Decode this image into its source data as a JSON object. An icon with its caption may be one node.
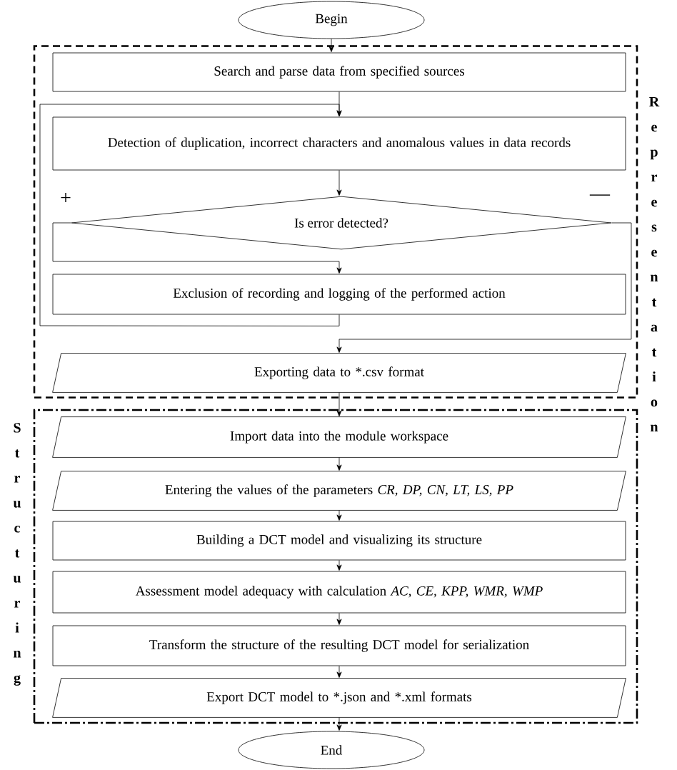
{
  "diagram": {
    "nodes": [
      {
        "text": [
          "Begin"
        ]
      },
      {
        "text": [
          "Representation"
        ]
      },
      {
        "text": [
          "Search and parse data from specified sources"
        ],
        "in": 1
      },
      {
        "text": [
          "Detection of duplication, incorrect characters and anomalous values in data records"
        ],
        "in": 1
      },
      {
        "text": [
          "Is error detected?"
        ],
        "in": 1
      },
      {
        "text": [
          "Exclusion of recording and logging of the performed action"
        ],
        "in": 1
      },
      {
        "text": [
          "Exporting data to *.csv format"
        ],
        "in": 1
      },
      {
        "text": [
          "Structuring"
        ]
      },
      {
        "text": [
          "Import data into the module workspace"
        ],
        "in": 7
      },
      {
        "text": [
          "Entering the values of the parameters *CR, DP, CN, LT, LS, PP*"
        ],
        "in": 7
      },
      {
        "text": [
          "Building a DCT model and visualizing its structure"
        ],
        "in": 7
      },
      {
        "text": [
          "Assessment model adequacy with calculation *AC, CE, KPP, WMR, WMP*"
        ],
        "in": 7
      },
      {
        "text": [
          "Transform the structure of the resulting DCT model for serialization"
        ],
        "in": 7
      },
      {
        "text": [
          "Export DCT model to *.json and *.xml formats"
        ],
        "in": 7
      },
      {
        "text": [
          "End"
        ]
      }
    ],
    "edges": [
      {
        "from": 0,
        "to": 2,
        "arrow": "to"
      },
      {
        "from": 2,
        "to": 3,
        "arrow": "to"
      },
      {
        "from": 3,
        "to": 4,
        "arrow": "to"
      },
      {
        "from": 4,
        "to": 5,
        "arrow": "to",
        "label": "+"
      },
      {
        "from": 4,
        "to": 6,
        "arrow": "to",
        "label": "—"
      },
      {
        "from": 5,
        "to": 3,
        "arrow": "to"
      },
      {
        "from": 6,
        "to": 8,
        "arrow": "to"
      },
      {
        "from": 8,
        "to": 9,
        "arrow": "to"
      },
      {
        "from": 9,
        "to": 10,
        "arrow": "to"
      },
      {
        "from": 10,
        "to": 11,
        "arrow": "to"
      },
      {
        "from": 11,
        "to": 12,
        "arrow": "to"
      },
      {
        "from": 12,
        "to": 13,
        "arrow": "to"
      },
      {
        "from": 13,
        "to": 14,
        "arrow": "to"
      }
    ]
  }
}
